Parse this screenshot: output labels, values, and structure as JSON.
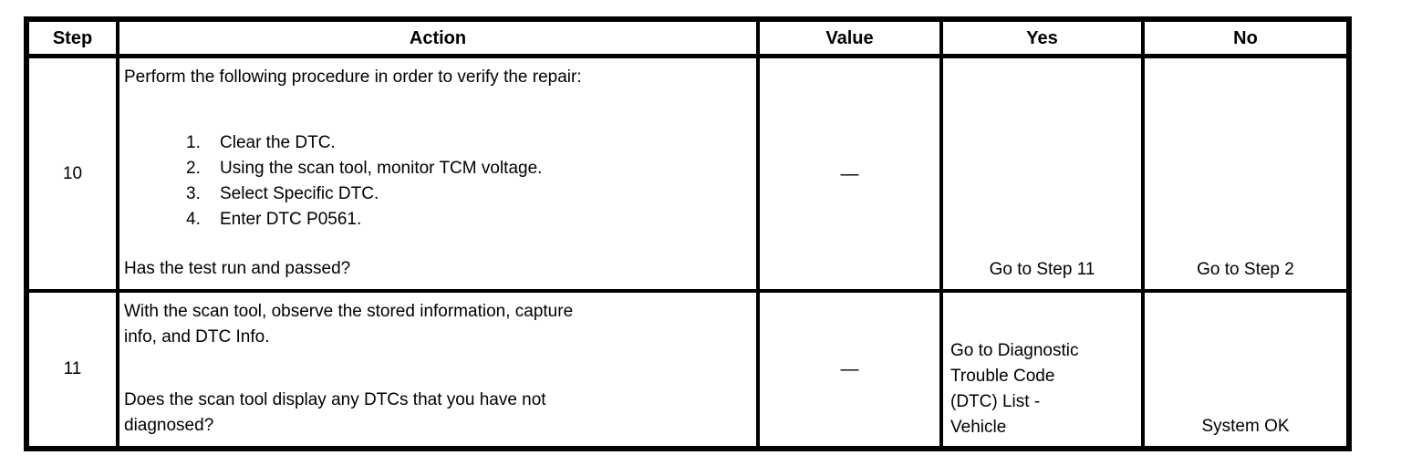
{
  "table": {
    "headers": [
      "Step",
      "Action",
      "Value",
      "Yes",
      "No"
    ],
    "rows": [
      {
        "step": "10",
        "action_intro": "Perform the following procedure in order to verify the repair:",
        "action_list": [
          {
            "num": "1.",
            "text": "Clear the DTC."
          },
          {
            "num": "2.",
            "text": "Using the scan tool, monitor TCM voltage."
          },
          {
            "num": "3.",
            "text": "Select Specific DTC."
          },
          {
            "num": "4.",
            "text": "Enter DTC P0561."
          }
        ],
        "action_question": "Has the test run and passed?",
        "value": "—",
        "yes": "Go to Step 11",
        "no": "Go to Step 2"
      },
      {
        "step": "11",
        "action_intro": "With the scan tool, observe the stored information, capture\ninfo, and DTC Info.",
        "action_question": "Does the scan tool display any DTCs that you have not\ndiagnosed?",
        "value": "—",
        "yes": "Go to Diagnostic\nTrouble Code\n(DTC) List -\nVehicle",
        "no": "System OK"
      }
    ]
  },
  "colors": {
    "background": "#ffffff",
    "border": "#000000",
    "text": "#000000"
  }
}
